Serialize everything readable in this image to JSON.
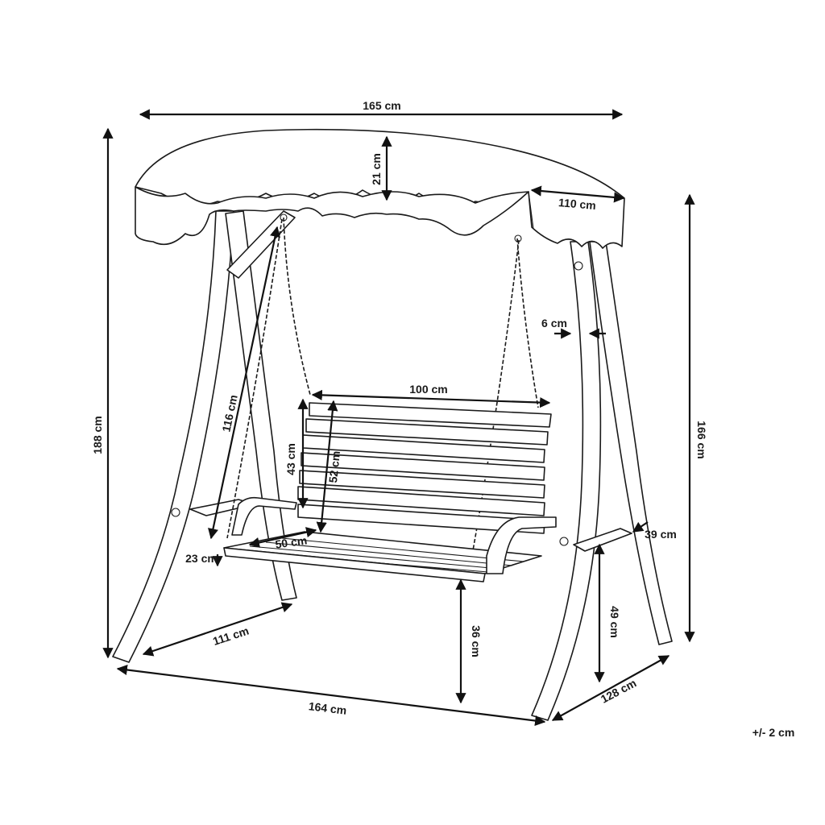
{
  "dimensions": {
    "canopy_width": "165 cm",
    "canopy_height": "21 cm",
    "canopy_depth": "110 cm",
    "beam_width": "6 cm",
    "total_height": "188 cm",
    "post_height": "166 cm",
    "chain_length": "116 cm",
    "seat_width": "100 cm",
    "backrest_height": "43 cm",
    "back_total_height": "52 cm",
    "seat_depth": "50 cm",
    "armrest_ground_offset": "23 cm",
    "side_table_depth": "39 cm",
    "side_table_height": "49 cm",
    "seat_height": "36 cm",
    "leg_base_width": "111 cm",
    "base_length": "164 cm",
    "base_depth": "128 cm"
  },
  "tolerance": "+/- 2 cm"
}
